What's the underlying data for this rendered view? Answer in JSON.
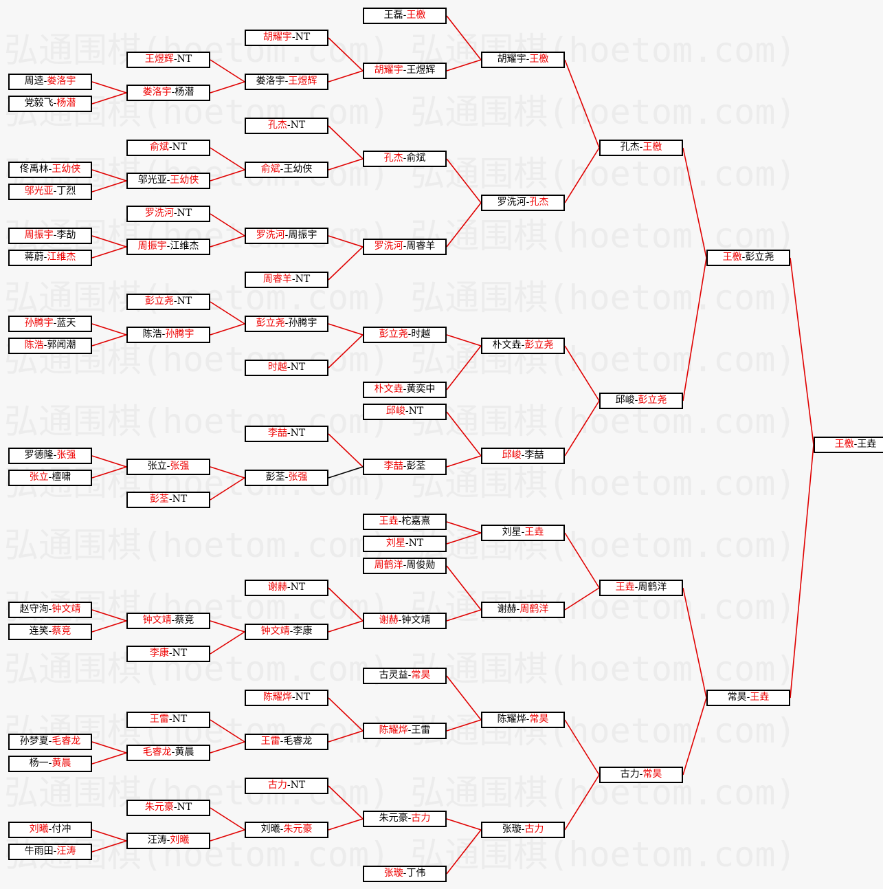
{
  "watermark": "弘通围棋(hoetom.com) 弘通围棋(hoetom.com)",
  "colors": {
    "winner": "#e00000",
    "line_red": "#e00000",
    "line_black": "#000000"
  },
  "bracket": {
    "round1": [
      {
        "name": "r1-m1",
        "left": "周逵",
        "right": "娄洛宇",
        "winner": "right"
      },
      {
        "name": "r1-m2",
        "left": "党毅飞",
        "right": "杨潜",
        "winner": "right"
      },
      {
        "name": "r1-m3",
        "left": "佟禹林",
        "right": "王幼侠",
        "winner": "right"
      },
      {
        "name": "r1-m4",
        "left": "邬光亚",
        "right": "丁烈",
        "winner": "left"
      },
      {
        "name": "r1-m5",
        "left": "周振宇",
        "right": "李劼",
        "winner": "left"
      },
      {
        "name": "r1-m6",
        "left": "蒋蔚",
        "right": "江维杰",
        "winner": "right"
      },
      {
        "name": "r1-m7",
        "left": "孙腾宇",
        "right": "蓝天",
        "winner": "left"
      },
      {
        "name": "r1-m8",
        "left": "陈浩",
        "right": "郭闻潮",
        "winner": "left"
      },
      {
        "name": "r1-m9",
        "left": "罗德隆",
        "right": "张强",
        "winner": "right"
      },
      {
        "name": "r1-m10",
        "left": "张立",
        "right": "檀啸",
        "winner": "left"
      },
      {
        "name": "r1-m11",
        "left": "赵守洵",
        "right": "钟文靖",
        "winner": "right"
      },
      {
        "name": "r1-m12",
        "left": "连笑",
        "right": "蔡竞",
        "winner": "right"
      },
      {
        "name": "r1-m13",
        "left": "孙梦夏",
        "right": "毛睿龙",
        "winner": "right"
      },
      {
        "name": "r1-m14",
        "left": "杨一",
        "right": "黄晨",
        "winner": "right"
      },
      {
        "name": "r1-m15",
        "left": "刘曦",
        "right": "付冲",
        "winner": "left"
      },
      {
        "name": "r1-m16",
        "left": "牛雨田",
        "right": "汪涛",
        "winner": "right"
      }
    ],
    "round2": [
      {
        "name": "r2-m1",
        "left": "王煜辉",
        "right": "NT",
        "winner": "left"
      },
      {
        "name": "r2-m2",
        "left": "娄洛宇",
        "right": "杨潜",
        "winner": "left"
      },
      {
        "name": "r2-m3",
        "left": "俞斌",
        "right": "NT",
        "winner": "left"
      },
      {
        "name": "r2-m4",
        "left": "邬光亚",
        "right": "王幼侠",
        "winner": "right"
      },
      {
        "name": "r2-m5",
        "left": "罗洗河",
        "right": "NT",
        "winner": "left"
      },
      {
        "name": "r2-m6",
        "left": "周振宇",
        "right": "江维杰",
        "winner": "left"
      },
      {
        "name": "r2-m7",
        "left": "彭立尧",
        "right": "NT",
        "winner": "left"
      },
      {
        "name": "r2-m8",
        "left": "陈浩",
        "right": "孙腾宇",
        "winner": "right"
      },
      {
        "name": "r2-m9",
        "left": "张立",
        "right": "张强",
        "winner": "right"
      },
      {
        "name": "r2-m10",
        "left": "彭荃",
        "right": "NT",
        "winner": "left"
      },
      {
        "name": "r2-m11",
        "left": "钟文靖",
        "right": "蔡竞",
        "winner": "left"
      },
      {
        "name": "r2-m12",
        "left": "李康",
        "right": "NT",
        "winner": "left"
      },
      {
        "name": "r2-m13",
        "left": "王雷",
        "right": "NT",
        "winner": "left"
      },
      {
        "name": "r2-m14",
        "left": "毛睿龙",
        "right": "黄晨",
        "winner": "left"
      },
      {
        "name": "r2-m15",
        "left": "朱元豪",
        "right": "NT",
        "winner": "left"
      },
      {
        "name": "r2-m16",
        "left": "汪涛",
        "right": "刘曦",
        "winner": "right"
      }
    ],
    "round3": [
      {
        "name": "r3-m1",
        "left": "胡耀宇",
        "right": "NT",
        "winner": "left"
      },
      {
        "name": "r3-m2",
        "left": "娄洛宇",
        "right": "王煜辉",
        "winner": "right"
      },
      {
        "name": "r3-m3",
        "left": "孔杰",
        "right": "NT",
        "winner": "left"
      },
      {
        "name": "r3-m4",
        "left": "俞斌",
        "right": "王幼侠",
        "winner": "left"
      },
      {
        "name": "r3-m5",
        "left": "罗洗河",
        "right": "周振宇",
        "winner": "left"
      },
      {
        "name": "r3-m6",
        "left": "周睿羊",
        "right": "NT",
        "winner": "left"
      },
      {
        "name": "r3-m7",
        "left": "彭立尧",
        "right": "孙腾宇",
        "winner": "left"
      },
      {
        "name": "r3-m8",
        "left": "时越",
        "right": "NT",
        "winner": "left"
      },
      {
        "name": "r3-m9",
        "left": "李喆",
        "right": "NT",
        "winner": "left"
      },
      {
        "name": "r3-m10",
        "left": "彭荃",
        "right": "张强",
        "winner": "right"
      },
      {
        "name": "r3-m11",
        "left": "谢赫",
        "right": "NT",
        "winner": "left"
      },
      {
        "name": "r3-m12",
        "left": "钟文靖",
        "right": "李康",
        "winner": "left"
      },
      {
        "name": "r3-m13",
        "left": "陈耀烨",
        "right": "NT",
        "winner": "left"
      },
      {
        "name": "r3-m14",
        "left": "王雷",
        "right": "毛睿龙",
        "winner": "left"
      },
      {
        "name": "r3-m15",
        "left": "古力",
        "right": "NT",
        "winner": "left"
      },
      {
        "name": "r3-m16",
        "left": "刘曦",
        "right": "朱元豪",
        "winner": "right"
      }
    ],
    "round4": [
      {
        "name": "r4-m1",
        "left": "王磊",
        "right": "王檄",
        "winner": "right"
      },
      {
        "name": "r4-m2",
        "left": "胡耀宇",
        "right": "王煜辉",
        "winner": "left"
      },
      {
        "name": "r4-m3",
        "left": "孔杰",
        "right": "俞斌",
        "winner": "left"
      },
      {
        "name": "r4-m4",
        "left": "罗洗河",
        "right": "周睿羊",
        "winner": "left"
      },
      {
        "name": "r4-m5",
        "left": "彭立尧",
        "right": "时越",
        "winner": "left"
      },
      {
        "name": "r4-m6",
        "left": "朴文垚",
        "right": "黄奕中",
        "winner": "left"
      },
      {
        "name": "r4-m7",
        "left": "邱峻",
        "right": "NT",
        "winner": "left"
      },
      {
        "name": "r4-m8",
        "left": "李喆",
        "right": "彭荃",
        "winner": "left"
      },
      {
        "name": "r4-m9",
        "left": "王垚",
        "right": "柁嘉熹",
        "winner": "left"
      },
      {
        "name": "r4-m10",
        "left": "刘星",
        "right": "NT",
        "winner": "left"
      },
      {
        "name": "r4-m11",
        "left": "周鹤洋",
        "right": "周俊勋",
        "winner": "left"
      },
      {
        "name": "r4-m12",
        "left": "谢赫",
        "right": "钟文靖",
        "winner": "left"
      },
      {
        "name": "r4-m13",
        "left": "古灵益",
        "right": "常昊",
        "winner": "right"
      },
      {
        "name": "r4-m14",
        "left": "陈耀烨",
        "right": "王雷",
        "winner": "left"
      },
      {
        "name": "r4-m15",
        "left": "朱元豪",
        "right": "古力",
        "winner": "right"
      },
      {
        "name": "r4-m16",
        "left": "张璇",
        "right": "丁伟",
        "winner": "left"
      }
    ],
    "round5": [
      {
        "name": "r5-m1",
        "left": "胡耀宇",
        "right": "王檄",
        "winner": "right"
      },
      {
        "name": "r5-m2",
        "left": "罗洗河",
        "right": "孔杰",
        "winner": "right"
      },
      {
        "name": "r5-m3",
        "left": "朴文垚",
        "right": "彭立尧",
        "winner": "right"
      },
      {
        "name": "r5-m4",
        "left": "邱峻",
        "right": "李喆",
        "winner": "left"
      },
      {
        "name": "r5-m5",
        "left": "刘星",
        "right": "王垚",
        "winner": "right"
      },
      {
        "name": "r5-m6",
        "left": "谢赫",
        "right": "周鹤洋",
        "winner": "right"
      },
      {
        "name": "r5-m7",
        "left": "陈耀烨",
        "right": "常昊",
        "winner": "right"
      },
      {
        "name": "r5-m8",
        "left": "张璇",
        "right": "古力",
        "winner": "right"
      }
    ],
    "round6": [
      {
        "name": "r6-m1",
        "left": "孔杰",
        "right": "王檄",
        "winner": "right"
      },
      {
        "name": "r6-m2",
        "left": "邱峻",
        "right": "彭立尧",
        "winner": "right"
      },
      {
        "name": "r6-m3",
        "left": "王垚",
        "right": "周鹤洋",
        "winner": "left"
      },
      {
        "name": "r6-m4",
        "left": "古力",
        "right": "常昊",
        "winner": "right"
      }
    ],
    "round7": [
      {
        "name": "r7-m1",
        "left": "王檄",
        "right": "彭立尧",
        "winner": "left"
      },
      {
        "name": "r7-m2",
        "left": "常昊",
        "right": "王垚",
        "winner": "right"
      }
    ],
    "round8": [
      {
        "name": "r8-m1",
        "left": "王檄",
        "right": "王垚",
        "winner": "left"
      }
    ]
  }
}
